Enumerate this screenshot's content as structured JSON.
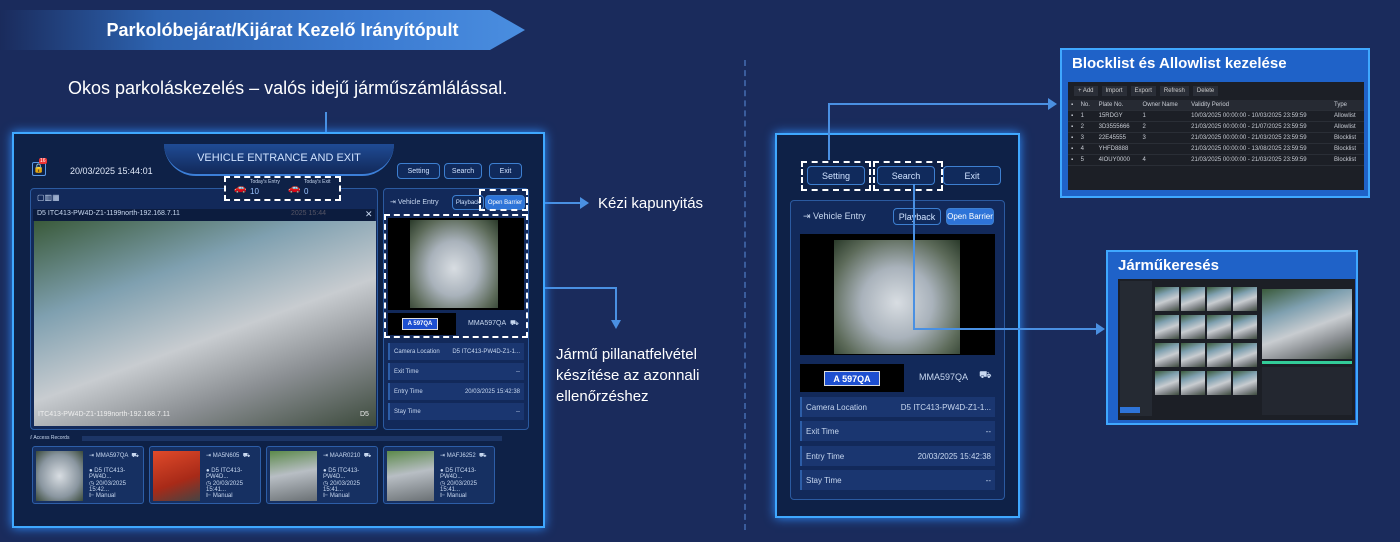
{
  "banner_title": "Parkolóbejárat/Kijárat Kezelő Irányítópult",
  "subtitle": "Okos parkoláskezelés – valós idejű járműszámlálással.",
  "annotations": {
    "manual_gate": "Kézi kapunyitás",
    "snapshot": [
      "Jármű pillanatfelvétel",
      "készítése az azonnali",
      "ellenőrzéshez"
    ]
  },
  "dashboard": {
    "title": "VEHICLE ENTRANCE AND EXIT",
    "datetime": "20/03/2025 15:44:01",
    "alarm_badge": "16",
    "buttons": {
      "setting": "Setting",
      "search": "Search",
      "exit": "Exit"
    },
    "counters": [
      {
        "label": "Today's Entry",
        "value": "10"
      },
      {
        "label": "Today's Exit",
        "value": "0"
      }
    ],
    "video": {
      "camera_name": "D5 ITC413-PW4D-Z1-1199north-192.168.7.11",
      "overlay_text": "ITC413-PW4D-Z1-1199north-192.168.7.11",
      "corner": "D5",
      "time_overlay": "2025 15:44"
    },
    "entry": {
      "title": "Vehicle Entry",
      "playback": "Playback",
      "open_barrier": "Open Barrier",
      "plate_image_text": "A 597QA",
      "plate": "MMA597QA",
      "rows": [
        {
          "label": "Camera Location",
          "value": "D5 ITC413-PW4D-Z1-1..."
        },
        {
          "label": "Exit Time",
          "value": "--"
        },
        {
          "label": "Entry Time",
          "value": "20/03/2025 15:42:38"
        },
        {
          "label": "Stay Time",
          "value": "--"
        }
      ]
    },
    "records_title": "Access Records",
    "records": [
      {
        "plate": "MMA597QA",
        "camera": "D5 ITC413-PW4D...",
        "time": "20/03/2025 15:42...",
        "mode": "Manual",
        "kind": "van"
      },
      {
        "plate": "MA5N605",
        "camera": "D5 ITC413-PW4D...",
        "time": "20/03/2025 15:41...",
        "mode": "Manual",
        "kind": "truck"
      },
      {
        "plate": "MAAR0210",
        "camera": "D5 ITC413-PW4D...",
        "time": "20/03/2025 15:41...",
        "mode": "Manual",
        "kind": "car"
      },
      {
        "plate": "MAFJ6252",
        "camera": "D5 ITC413-PW4D...",
        "time": "20/03/2025 15:41...",
        "mode": "Manual",
        "kind": "car"
      }
    ]
  },
  "blocklist": {
    "title": "Blocklist és Allowlist kezelése",
    "toolbar": [
      "+ Add",
      "Import",
      "Export",
      "Refresh",
      "Delete"
    ],
    "columns": [
      "No.",
      "Plate No.",
      "Owner Name",
      "Validity Period",
      "Type"
    ],
    "rows": [
      [
        "1",
        "15RDGY",
        "1",
        "10/03/2025 00:00:00 - 10/03/2025 23:59:59",
        "Allowlist"
      ],
      [
        "2",
        "3D3555666",
        "2",
        "21/03/2025 00:00:00 - 21/07/2025 23:59:59",
        "Allowlist"
      ],
      [
        "3",
        "22E45555",
        "3",
        "21/03/2025 00:00:00 - 21/03/2025 23:59:59",
        "Blocklist"
      ],
      [
        "4",
        "YHFD8888",
        "",
        "21/03/2025 00:00:00 - 13/08/2025 23:59:59",
        "Blocklist"
      ],
      [
        "5",
        "4IOUY0000",
        "4",
        "21/03/2025 00:00:00 - 21/03/2025 23:59:59",
        "Blocklist"
      ]
    ]
  },
  "search_panel": {
    "title": "Járműkeresés"
  },
  "colors": {
    "background": "#1a2b5c",
    "accent": "#3fa8ff",
    "button_active": "#2e74d8"
  }
}
